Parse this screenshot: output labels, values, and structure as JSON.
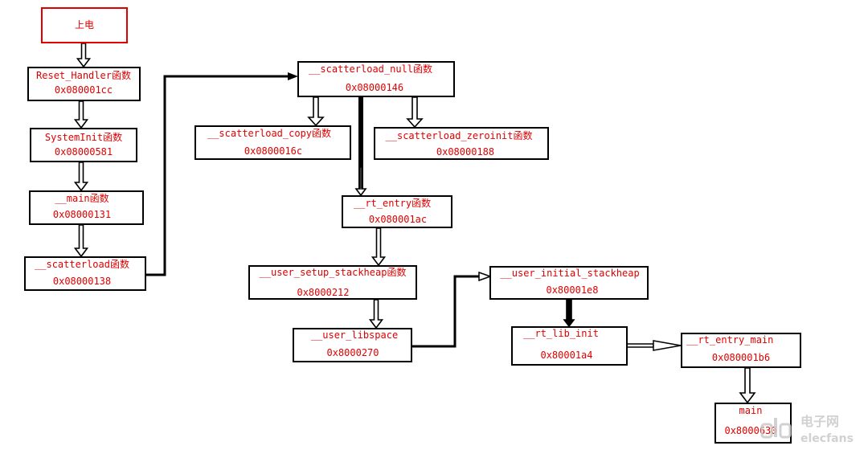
{
  "nodes": [
    {
      "id": "power-on",
      "name": "上电",
      "addr": ""
    },
    {
      "id": "reset-handler",
      "name": "Reset_Handler函数",
      "addr": "0x080001cc"
    },
    {
      "id": "systeminit",
      "name": "SystemInit函数",
      "addr": "0x08000581"
    },
    {
      "id": "main-func",
      "name": "__main函数",
      "addr": "0x08000131"
    },
    {
      "id": "scatterload",
      "name": "__scatterload函数",
      "addr": "0x08000138"
    },
    {
      "id": "scatterload-null",
      "name": "__scatterload_null函数",
      "addr": "0x08000146"
    },
    {
      "id": "scatterload-copy",
      "name": "__scatterload_copy函数",
      "addr": "0x0800016c"
    },
    {
      "id": "scatterload-zeroinit",
      "name": "__scatterload_zeroinit函数",
      "addr": "0x08000188"
    },
    {
      "id": "rt-entry",
      "name": "__rt_entry函数",
      "addr": "0x080001ac"
    },
    {
      "id": "user-setup-stackheap",
      "name": "__user_setup_stackheap函数",
      "addr": "0x8000212"
    },
    {
      "id": "user-libspace",
      "name": "__user_libspace",
      "addr": "0x8000270"
    },
    {
      "id": "user-initial-stackheap",
      "name": "__user_initial_stackheap",
      "addr": "0x80001e8"
    },
    {
      "id": "rt-lib-init",
      "name": "__rt_lib_init",
      "addr": "0x80001a4"
    },
    {
      "id": "rt-entry-main",
      "name": "__rt_entry_main",
      "addr": "0x080001b6"
    },
    {
      "id": "main",
      "name": "main",
      "addr": "0x8000630"
    }
  ],
  "watermark": {
    "logo": "elecfans",
    "text": "电子网"
  },
  "colors": {
    "text": "#e00000",
    "border": "#000000",
    "power_border": "#e00000"
  }
}
